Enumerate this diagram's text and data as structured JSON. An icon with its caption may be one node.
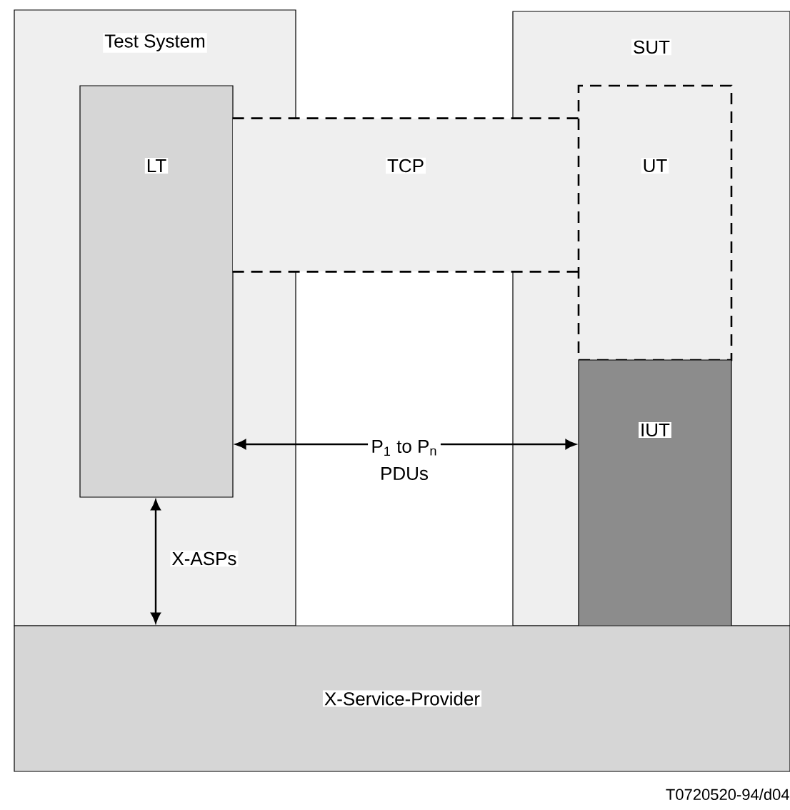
{
  "diagram": {
    "nodes": [
      {
        "text": [
          "Test System"
        ]
      },
      {
        "text": [
          "SUT"
        ]
      },
      {
        "text": [
          "LT"
        ],
        "in": 0
      },
      {
        "text": [
          "TCP"
        ]
      },
      {
        "text": [
          "UT"
        ],
        "in": 1
      },
      {
        "text": [
          "IUT"
        ],
        "in": 1
      },
      {
        "text": [
          "X-Service-Provider"
        ]
      },
      {
        "text": [
          "P$_{1}$ to P$_{n}$",
          "PDUs"
        ]
      }
    ],
    "edges": [
      {
        "from": 7,
        "to": 2,
        "arrow": "to"
      },
      {
        "from": 7,
        "to": 5,
        "arrow": "to"
      },
      {
        "from": 2,
        "to": 6,
        "arrow": "both",
        "label": "X-ASPs"
      }
    ],
    "labels": [
      "T0720520-94/d04"
    ]
  }
}
